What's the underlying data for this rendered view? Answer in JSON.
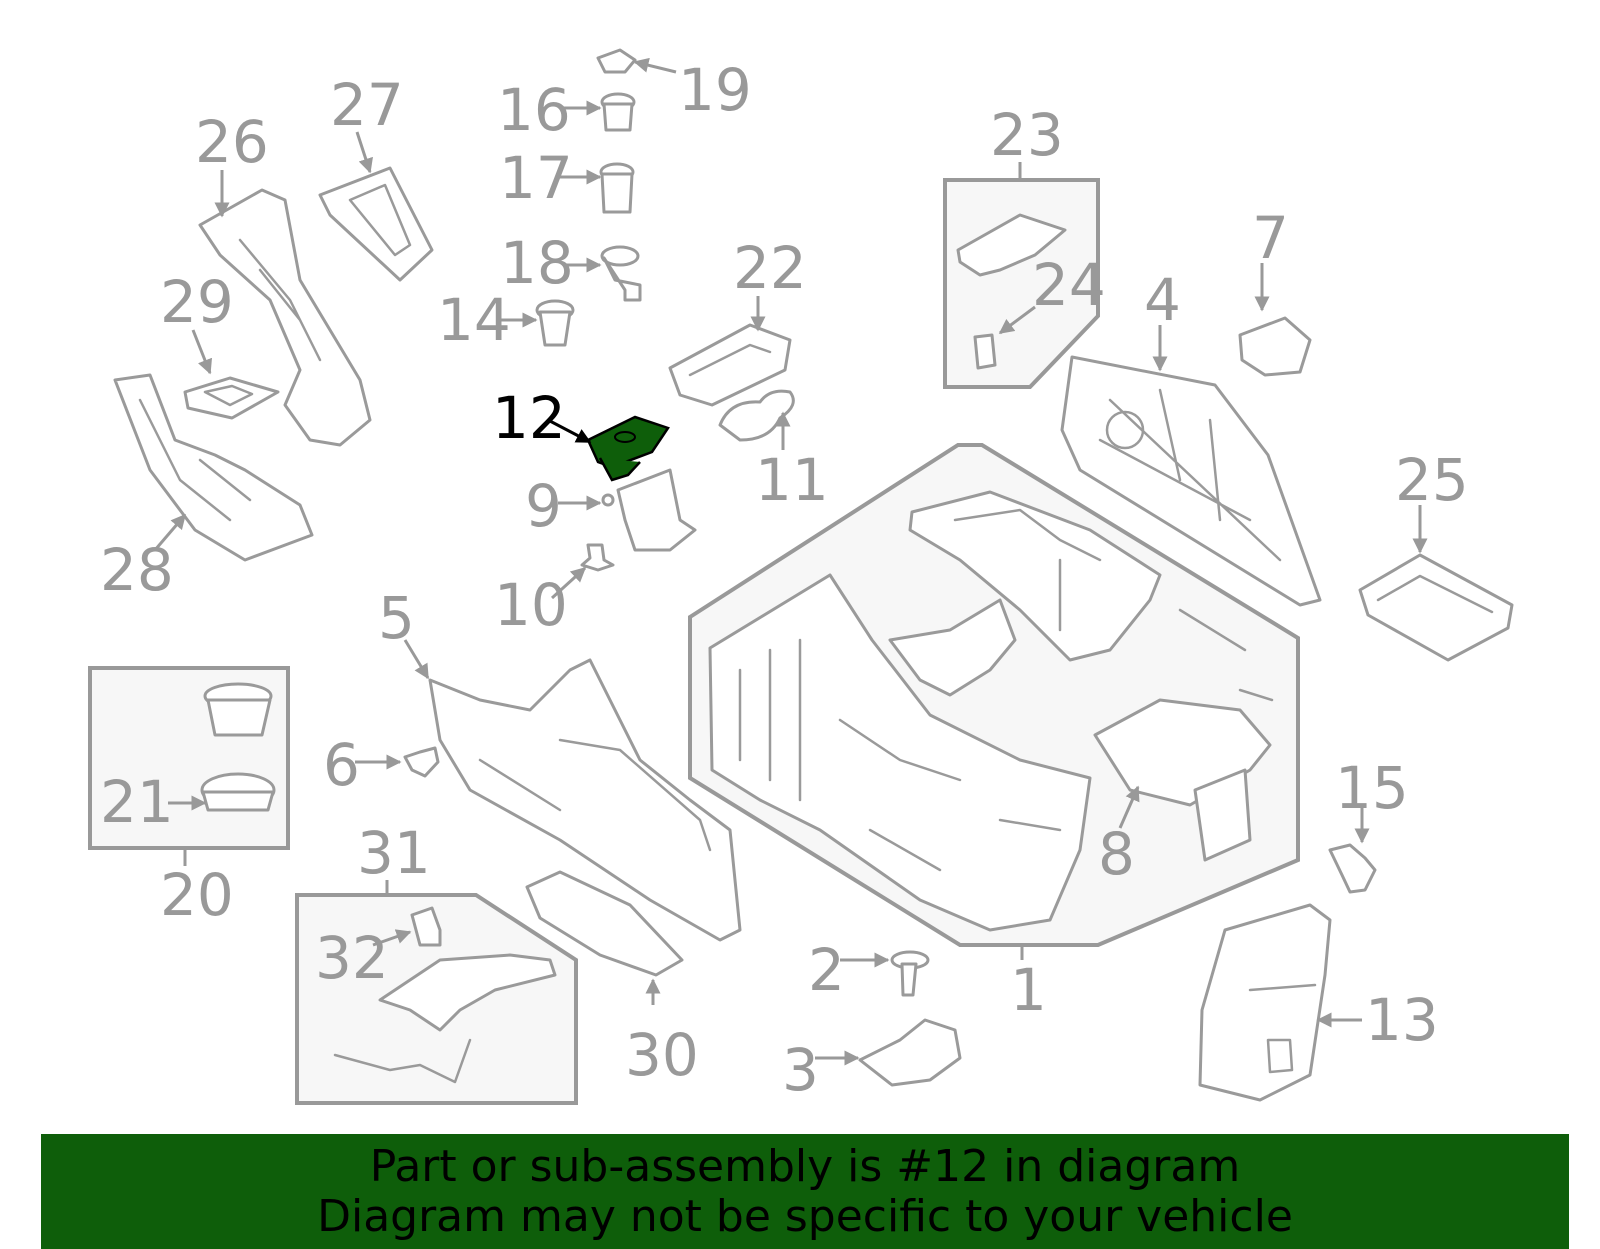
{
  "diagram": {
    "highlighted_part": "12",
    "highlight_color": "#0e5e0a",
    "line_color": "#999999",
    "callouts": [
      "1",
      "2",
      "3",
      "4",
      "5",
      "6",
      "7",
      "8",
      "9",
      "10",
      "11",
      "12",
      "13",
      "14",
      "15",
      "16",
      "17",
      "18",
      "19",
      "20",
      "21",
      "22",
      "23",
      "24",
      "25",
      "26",
      "27",
      "28",
      "29",
      "30",
      "31",
      "32"
    ]
  },
  "banner": {
    "line1": "Part or sub-assembly is #12 in diagram",
    "line2": "Diagram may not be specific to your vehicle",
    "background": "#0e5e0a"
  }
}
